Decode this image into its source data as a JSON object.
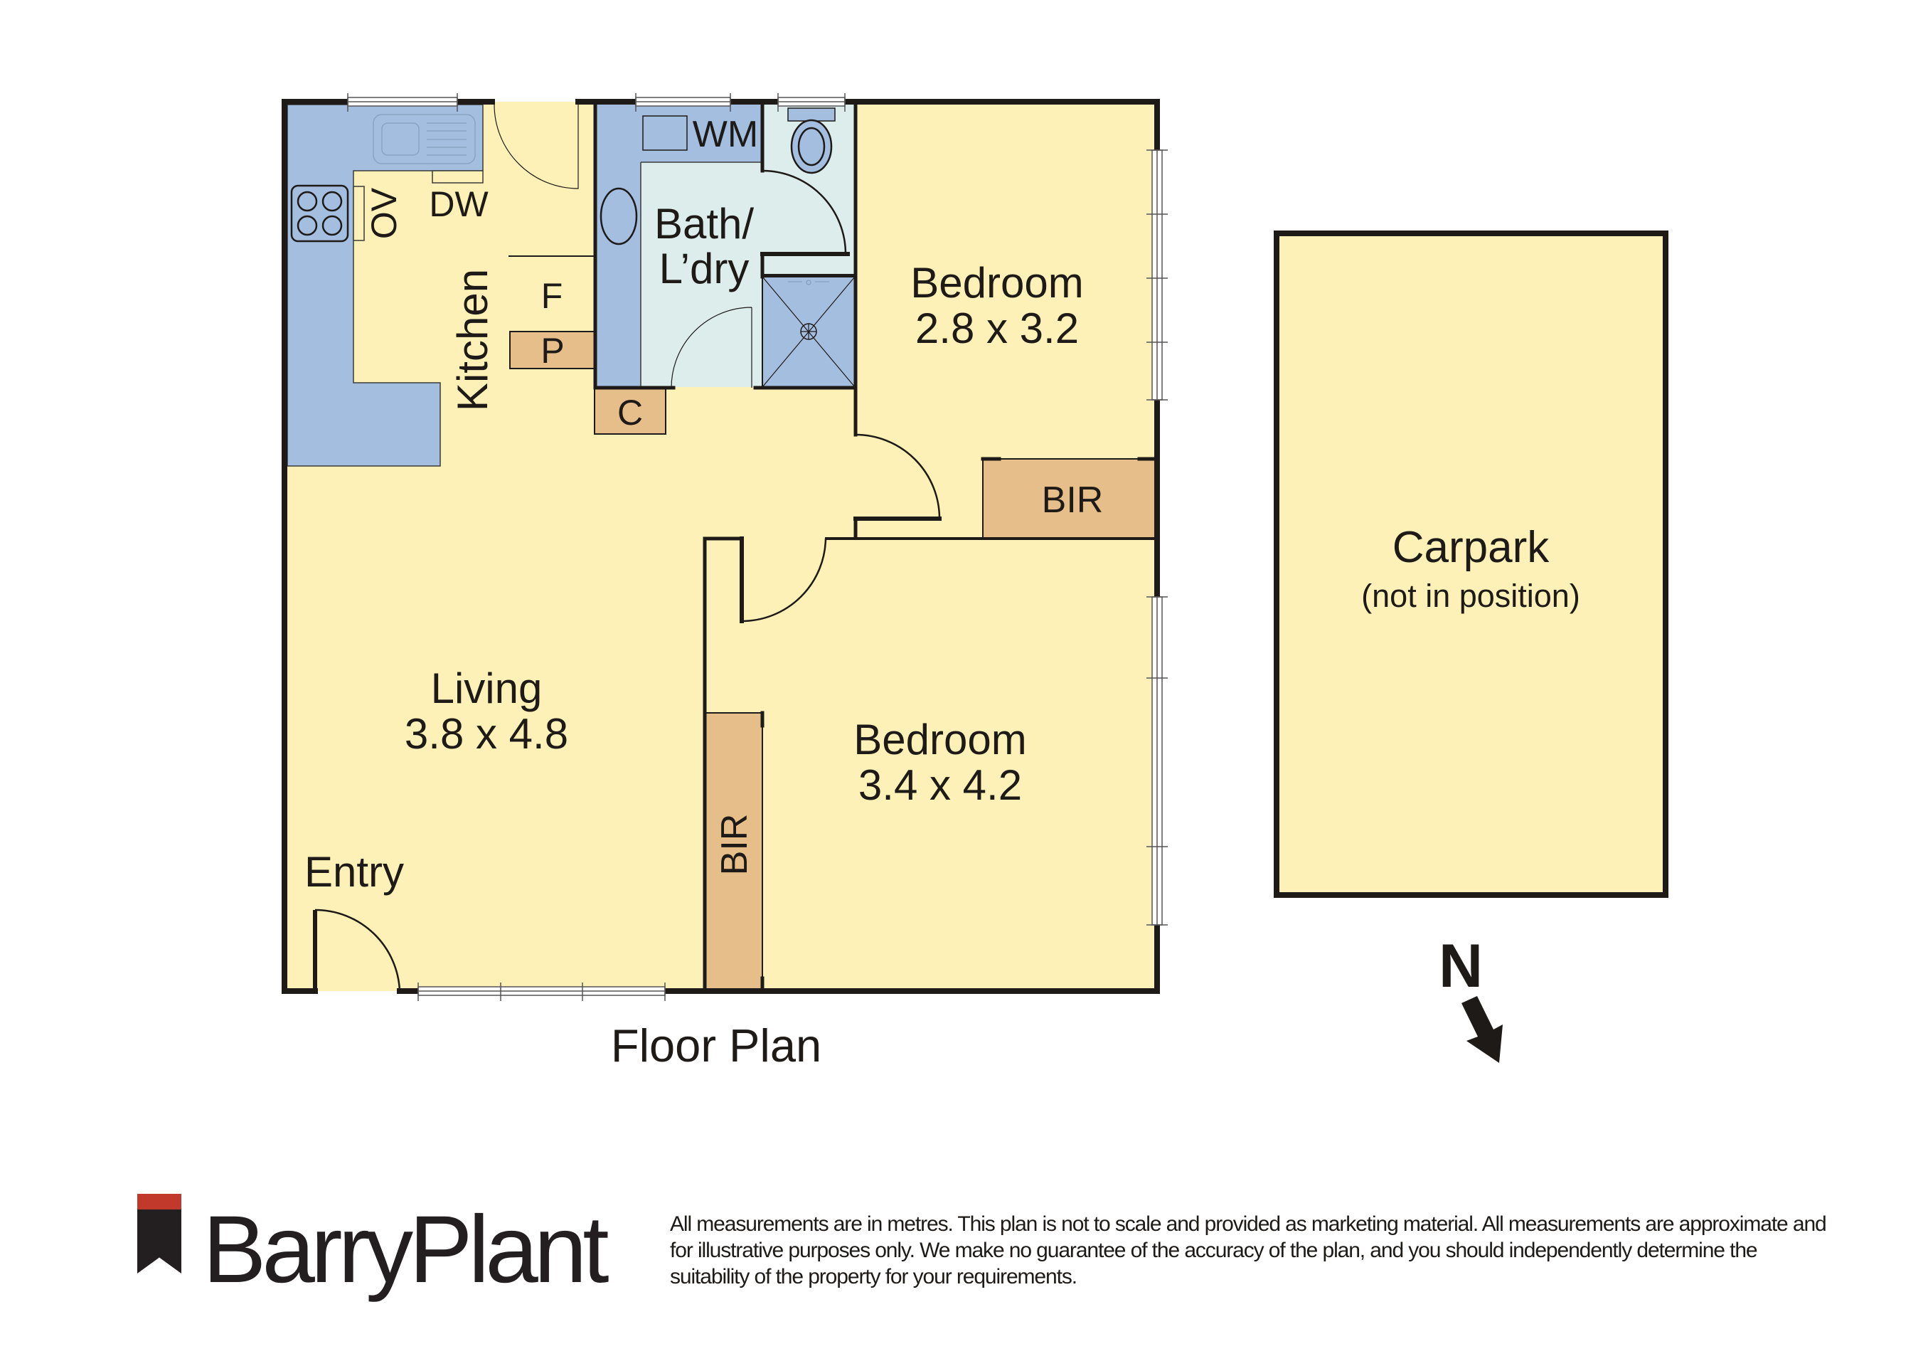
{
  "plan": {
    "title": "Floor Plan",
    "rooms": {
      "living": {
        "name": "Living",
        "size": "3.8 x 4.8"
      },
      "bedroom1": {
        "name": "Bedroom",
        "size": "2.8 x 3.2"
      },
      "bedroom2": {
        "name": "Bedroom",
        "size": "3.4 x 4.2"
      },
      "kitchen": {
        "name": "Kitchen"
      },
      "bath": {
        "line1": "Bath/",
        "line2": "L’dry"
      },
      "entry": {
        "name": "Entry"
      },
      "carpark": {
        "name": "Carpark",
        "note": "(not in position)"
      }
    },
    "fixtures": {
      "dishwasher": "DW",
      "oven": "OV",
      "fridge": "F",
      "pantry": "P",
      "cupboard": "C",
      "washing_machine": "WM",
      "bir1": "BIR",
      "bir2": "BIR"
    },
    "compass": {
      "label": "N"
    },
    "colors": {
      "floor": "#fef1b8",
      "wet_area": "#dcedec",
      "bench": "#a4bedf",
      "storage": "#e6be8a",
      "wall": "#1d1a17",
      "brand_red": "#c0392b"
    }
  },
  "footer": {
    "brand": "BarryPlant",
    "disclaimer": "All measurements are in metres. This plan is not to scale and provided as marketing material. All measurements are approximate and for illustrative purposes only. We make no guarantee of the accuracy of the plan, and you should independently determine the suitability of the property for your requirements."
  }
}
